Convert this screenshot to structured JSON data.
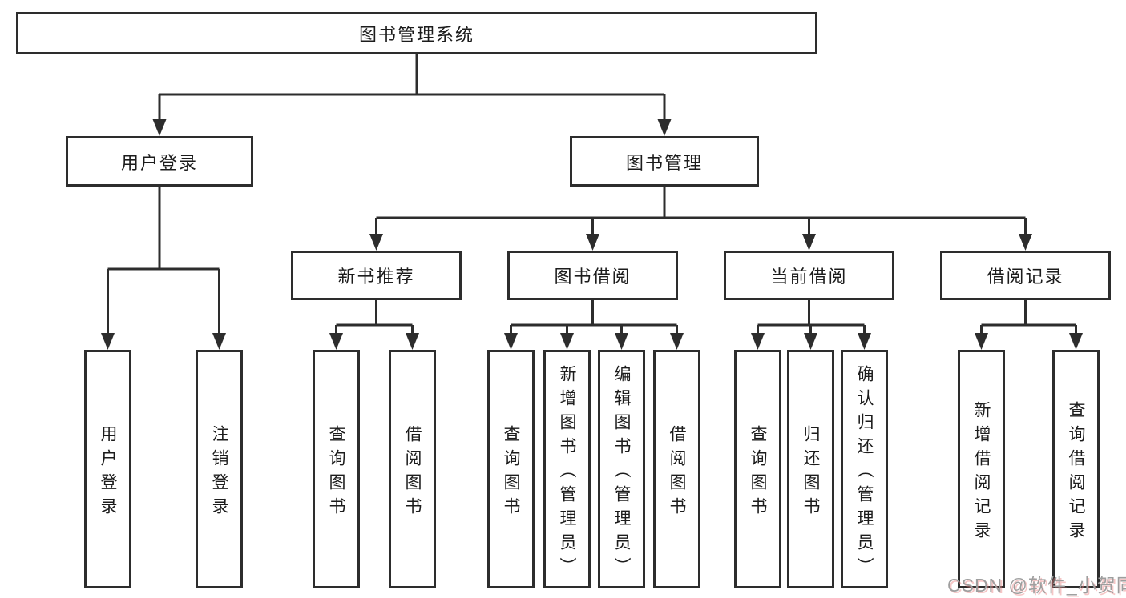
{
  "tree": {
    "root": {
      "label": "图书管理系统"
    },
    "level1": [
      {
        "label": "用户登录"
      },
      {
        "label": "图书管理"
      }
    ],
    "level2": [
      {
        "label": "新书推荐"
      },
      {
        "label": "图书借阅"
      },
      {
        "label": "当前借阅"
      },
      {
        "label": "借阅记录"
      }
    ],
    "leaves": {
      "user_login": [
        {
          "label": "用户登录"
        },
        {
          "label": "注销登录"
        }
      ],
      "new_book_recommend": [
        {
          "label": "查询图书"
        },
        {
          "label": "借阅图书"
        }
      ],
      "book_borrow": [
        {
          "label": "查询图书"
        },
        {
          "label": "新增图书（管理员）"
        },
        {
          "label": "编辑图书（管理员）"
        },
        {
          "label": "借阅图书"
        }
      ],
      "current_borrow": [
        {
          "label": "查询图书"
        },
        {
          "label": "归还图书"
        },
        {
          "label": "确认归还（管理员）"
        }
      ],
      "borrow_records": [
        {
          "label": "新增借阅记录"
        },
        {
          "label": "查询借阅记录"
        }
      ]
    }
  },
  "watermark": {
    "text": "CSDN @软件_小贺同学"
  },
  "colors": {
    "line": "#2d2d2d",
    "text": "#1c1c1c",
    "background": "#ffffff",
    "watermark_text": "#9e9e9e",
    "watermark_shadow": "#e88080"
  }
}
